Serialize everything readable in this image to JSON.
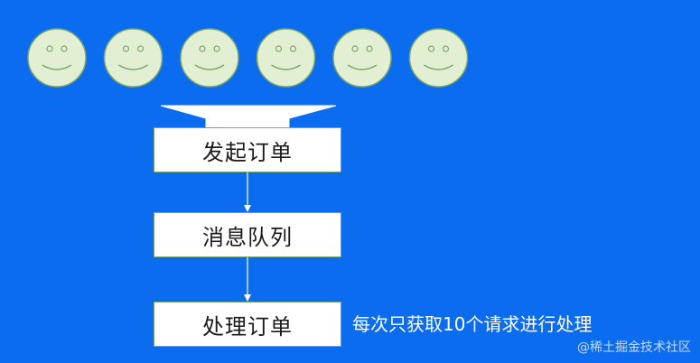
{
  "colors": {
    "background": "#0b6cf0",
    "smiley_fill": "#e3efd2",
    "smiley_stroke": "#7aa86a",
    "box_fill": "#ffffff"
  },
  "diagram": {
    "user_count": 6,
    "steps": [
      {
        "label": "发起订单"
      },
      {
        "label": "消息队列"
      },
      {
        "label": "处理订单"
      }
    ],
    "note": "每次只获取10个请求进行处理"
  },
  "watermark": "@稀土掘金技术社区"
}
